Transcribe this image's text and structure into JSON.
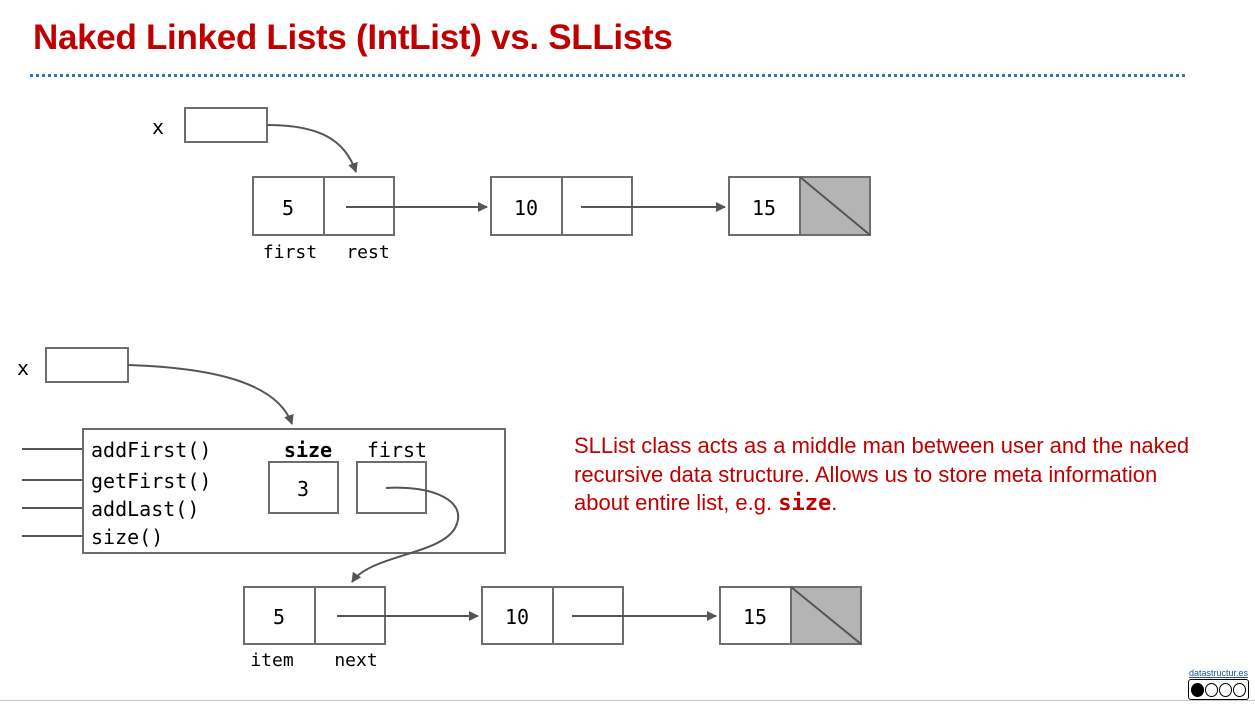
{
  "title": "Naked Linked Lists (IntList) vs. SLLists",
  "intlist": {
    "pointer_label": "x",
    "nodes": [
      "5",
      "10",
      "15"
    ],
    "field_labels": [
      "first",
      "rest"
    ]
  },
  "sllist": {
    "pointer_label": "x",
    "methods": [
      "addFirst()",
      "getFirst()",
      "addLast()",
      "size()"
    ],
    "size_label": "size",
    "size_value": "3",
    "first_label": "first",
    "nodes": [
      "5",
      "10",
      "15"
    ],
    "field_labels": [
      "item",
      "next"
    ]
  },
  "note": {
    "text": "SLList class acts as a middle man between user and the naked recursive data structure. Allows us to store meta information about entire list, e.g. ",
    "code": "size",
    "tail": "."
  },
  "footer": {
    "link": "datastructur.es",
    "license_badge": "cc-by-nc-sa-icon"
  },
  "colors": {
    "title": "#c00000",
    "note": "#c00000",
    "divider": "#2e75b6",
    "box_border": "#6d6d6d",
    "null_fill": "#b4b4b4"
  }
}
